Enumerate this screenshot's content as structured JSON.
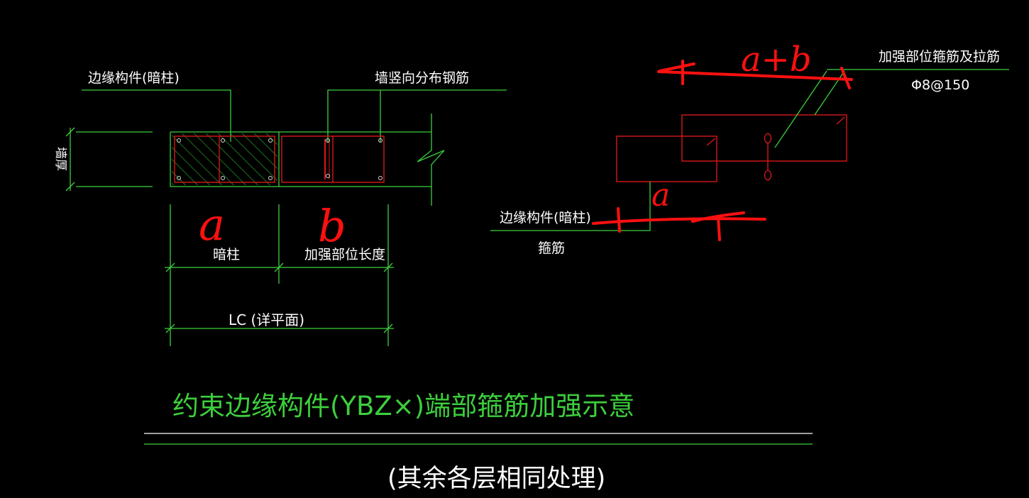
{
  "colors": {
    "background": "#000000",
    "line": "#3ccf3c",
    "text": "#ffffff",
    "red": "#d81818",
    "annotation": "#ff1010",
    "hatch": "#2aa52a"
  },
  "left_plan": {
    "label_edge_member": "边缘构件(暗柱)",
    "label_vertical_bars": "墙竖向分布钢筋",
    "label_wall_thickness": "墙厚",
    "label_hidden_column": "暗柱",
    "label_reinforced_length": "加强部位长度",
    "label_lc": "LC (详平面)"
  },
  "right_detail": {
    "label_stirrups_ties": "加强部位箍筋及拉筋",
    "label_spec": "Φ8@150",
    "label_edge_member": "边缘构件(暗柱)",
    "label_stirrup": "箍筋"
  },
  "annotations": {
    "a_left": "a",
    "b_left": "b",
    "a_plus_b": "a+b",
    "a_right": "a"
  },
  "title": {
    "main": "约束边缘构件(YBZ×)端部箍筋加强示意",
    "sub": "(其余各层相同处理)"
  }
}
